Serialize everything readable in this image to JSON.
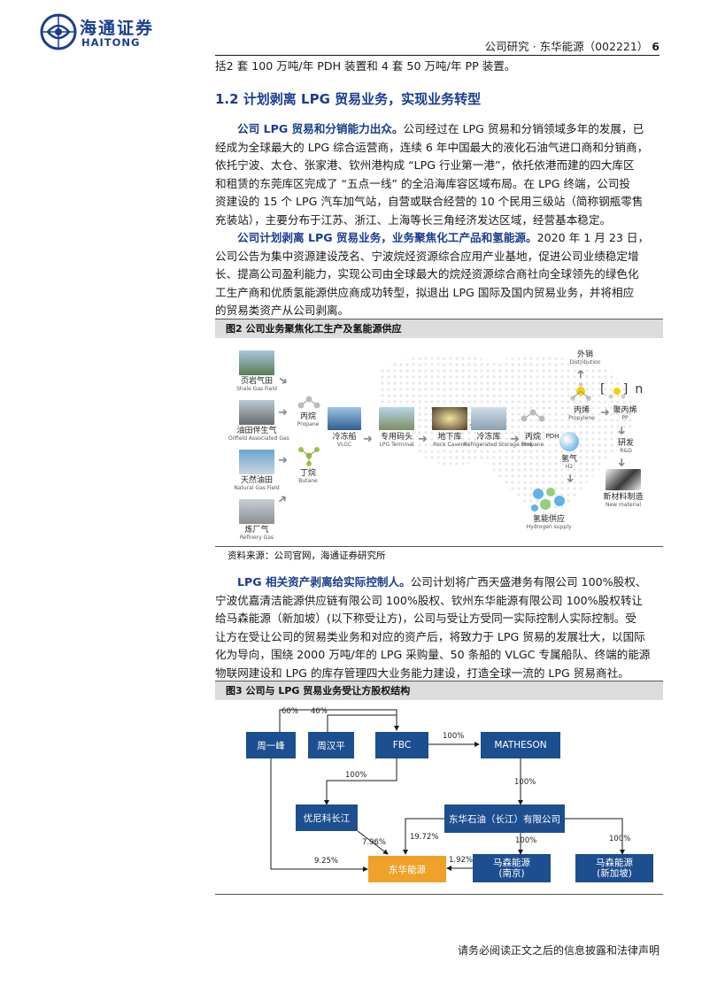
{
  "header": {
    "logo_cn": "海通证券",
    "logo_en": "HAITONG",
    "title": "公司研究 · 东华能源（002221）",
    "page_no": "6"
  },
  "body": {
    "line0": "括2 套 100 万吨/年 PDH 装置和 4 套 50 万吨/年 PP 装置。",
    "section_title": "1.2 计划剥离 LPG 贸易业务，实现业务转型",
    "para1": {
      "lead": "公司 LPG 贸易和分销能力出众。",
      "lines": [
        "公司经过在 LPG 贸易和分销领域多年的发展，已",
        "经成为全球最大的 LPG 综合运营商，连续 6 年中国最大的液化石油气进口商和分销商，",
        "依托宁波、太仓、张家港、钦州港构成 “LPG 行业第一港”，依托依港而建的四大库区",
        "和租赁的东莞库区完成了 “五点一线” 的全沿海库容区域布局。在 LPG 终端，公司投",
        "资建设的 15 个 LPG 汽车加气站，自营或联合经营的 10 个民用三级站（简称钢瓶零售",
        "充装站），主要分布于江苏、浙江、上海等长三角经济发达区域，经营基本稳定。"
      ]
    },
    "para2": {
      "lead": "公司计划剥离 LPG 贸易业务，业务聚焦化工产品和氢能源。",
      "lines": [
        "2020 年 1 月 23 日，",
        "公司公告为集中资源建设茂名、宁波烷烃资源综合应用产业基地，促进公司业绩稳定增",
        "长、提高公司盈利能力，实现公司由全球最大的烷烃资源综合商社向全球领先的绿色化",
        "工生产商和优质氢能源供应商成功转型，拟退出 LPG 国际及国内贸易业务，并将相应",
        "的贸易类资产从公司剥离。"
      ]
    },
    "para3": {
      "lead": "LPG 相关资产剥离给实际控制人。",
      "lines": [
        "公司计划将广西天盛港务有限公司 100%股权、",
        "宁波优嘉清洁能源供应链有限公司 100%股权、钦州东华能源有限公司 100%股权转让",
        "给马森能源（新加坡）(以下称受让方)，公司与受让方受同一实际控制人实际控制。受",
        "让方在受让公司的贸易类业务和对应的资产后，将致力于 LPG 贸易的发展壮大，以国际",
        "化为导向，围绕 2000 万吨/年的 LPG 采购量、50 条船的 VLGC 专属船队、终端的能源",
        "物联网建设和 LPG 的库存管理四大业务能力建设，打造全球一流的 LPG 贸易商社。"
      ]
    }
  },
  "figure2": {
    "caption": "图2  公司业务聚焦化工生产及氢能源供应",
    "source": "资料来源：公司官网，海通证券研究所",
    "labels": {
      "shale": {
        "cn": "页岩气田",
        "en": "Shale Gas Field"
      },
      "oilfield": {
        "cn": "油田伴生气",
        "en": "Oilfield Associated Gas"
      },
      "natural": {
        "cn": "天然油田",
        "en": "Natural Gas Field"
      },
      "refinery": {
        "cn": "炼厂气",
        "en": "Refinery Gas"
      },
      "propane1": {
        "cn": "丙烷",
        "en": "Propane"
      },
      "butane": {
        "cn": "丁烷",
        "en": "Butane"
      },
      "vlgc": {
        "cn": "冷冻船",
        "en": "VLGC"
      },
      "terminal": {
        "cn": "专用码头",
        "en": "LPG Terminal"
      },
      "cavern": {
        "cn": "地下库",
        "en": "Rock Cavern"
      },
      "tank": {
        "cn": "冷冻库",
        "en": "Refrigerated Storage tank"
      },
      "propane2": {
        "cn": "丙烷",
        "en": "Propane"
      },
      "pdh": "PDH",
      "h2": {
        "cn": "氢气",
        "en": "H2"
      },
      "distribution": {
        "cn": "外销",
        "en": "Distribution"
      },
      "propylene": {
        "cn": "丙烯",
        "en": "Propylene"
      },
      "pp": {
        "cn": "聚丙烯",
        "en": "PP"
      },
      "rd": {
        "cn": "研发",
        "en": "R&D"
      },
      "newmat": {
        "cn": "新材料制造",
        "en": "New material"
      },
      "hsupply": {
        "cn": "氢能供应",
        "en": "Hydrogen supply"
      },
      "formula": "[ ]n"
    }
  },
  "figure3": {
    "caption": "图3  公司与 LPG 贸易业务受让方股权结构",
    "nodes": {
      "zhou_yifeng": "周一峰",
      "zhou_hanping": "周汉平",
      "fbc": "FBC",
      "matheson": "MATHESON",
      "younike": "优尼科长江",
      "donghua_shiyou": "东华石油（长江）有限公司",
      "donghua_energy": "东华能源",
      "masen_nj_1": "马森能源",
      "masen_nj_2": "(南京)",
      "masen_sg_1": "马森能源",
      "masen_sg_2": "(新加坡)"
    },
    "percents": {
      "p60": "60%",
      "p40": "40%",
      "fbc_mat": "100%",
      "fbc_you": "100%",
      "mat_dh": "100%",
      "dh_nj": "100%",
      "dh_sg": "100%",
      "you_de": "7.96%",
      "dh_de": "19.72%",
      "zy_de": "9.25%",
      "nj_de": "1.92%"
    }
  },
  "footer": "请务必阅读正文之后的信息披露和法律声明",
  "colors": {
    "accent": "#1b3d8f",
    "node_blue": "#1d4e8f",
    "node_orange": "#f0a12a"
  }
}
